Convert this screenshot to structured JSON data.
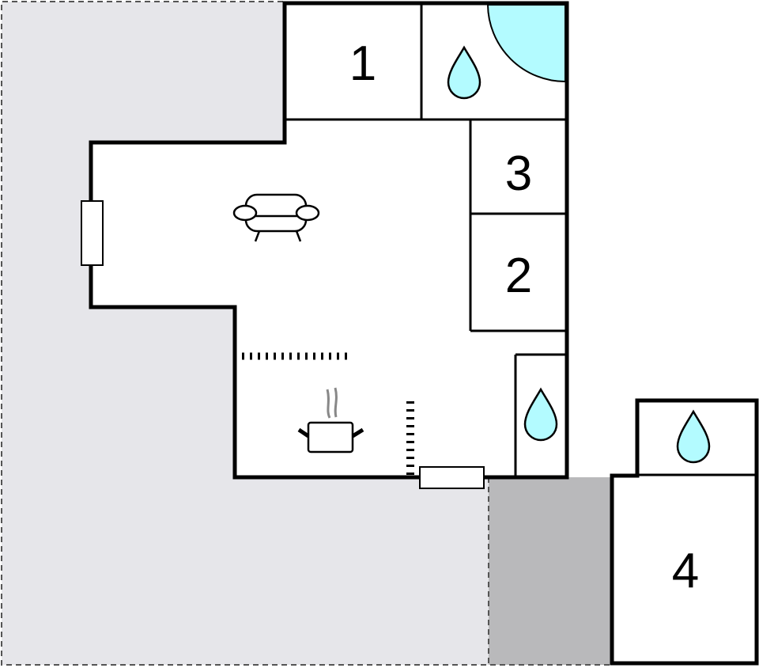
{
  "rooms": [
    {
      "label": "1"
    },
    {
      "label": "3"
    },
    {
      "label": "2"
    },
    {
      "label": "4"
    }
  ],
  "icons": [
    "sofa-icon",
    "cooking-pot-icon",
    "water-drop-icon",
    "shower-icon",
    "window-icon",
    "door-icon"
  ],
  "colors": {
    "outdoor_area": "#e6e6ea",
    "terrace": "#b9b9bb",
    "water": "#b3fbff",
    "wall": "#000000"
  }
}
